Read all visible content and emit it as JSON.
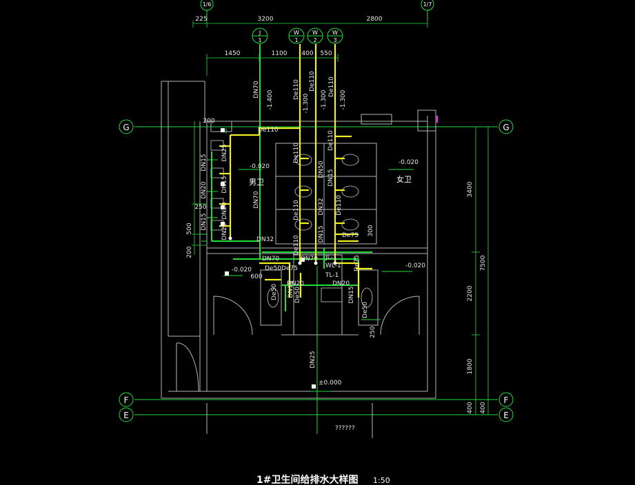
{
  "drawing": {
    "title": "1#卫生间给排水大样图",
    "scale": "1:50",
    "unknown_label": "??????"
  },
  "axes": {
    "top_left": "1/6",
    "top_right": "1/7",
    "G": "G",
    "F": "F",
    "E": "E"
  },
  "risers": {
    "J1": {
      "top": "J",
      "bottom": "1"
    },
    "W1": {
      "top": "W",
      "bottom": "1"
    },
    "W2": {
      "top": "W",
      "bottom": "2"
    },
    "W3": {
      "top": "W",
      "bottom": "3"
    }
  },
  "dimensions": {
    "top": {
      "d225": "225",
      "d3200": "3200",
      "d2800": "2800"
    },
    "second": {
      "d1450": "1450",
      "d1100": "1100",
      "d400": "400",
      "d550": "550"
    },
    "right": {
      "d3400": "3400",
      "d2200": "2200",
      "d1800": "1800",
      "d400": "400",
      "d7500": "7500",
      "d400b": "400"
    },
    "left": {
      "d200a": "200",
      "d250": "250",
      "d500": "500",
      "d200b": "200"
    },
    "misc": {
      "d300": "300",
      "d600": "600",
      "d250b": "250"
    }
  },
  "rooms": {
    "men": "男卫",
    "women": "女卫"
  },
  "elevations": {
    "men_floor": "-0.020",
    "women_floor": "-0.020",
    "lobby_left": "-0.020",
    "lobby_right": "-0.020",
    "entry": "±0.000"
  },
  "pipe_labels": {
    "dn70_riser": "DN70",
    "h1400": "-1.400",
    "de110_a": "De110",
    "h1300_a": "-1.300",
    "de110_b": "De110",
    "h1300_b": "-1.300",
    "de110_c": "De110",
    "h1300_c": "-1.300",
    "de110_top": "De110",
    "de110_v1": "De110",
    "de110_v2": "De110",
    "de110_v3": "De110",
    "de110_r": "De110",
    "de110_r2": "De110",
    "dn15_a": "DN15",
    "dn20_a": "DN20",
    "dn15_b": "DN15",
    "dn25_a": "DN25",
    "dn15_c": "DN15",
    "dn20_b": "DN20",
    "dn25_b": "DN25",
    "dn70_main": "DN70",
    "dn32": "DN32",
    "dn50_a": "DN50",
    "dn15_d": "DN15",
    "dn32_b": "DN32",
    "de75_a": "De75",
    "dn15_e": "DN15",
    "dn70_low": "DN70",
    "dn70_low2": "DN70",
    "jl1": "JL-1",
    "wl1": "WL-1",
    "tl1": "TL-1",
    "de50_a": "De50",
    "de75_b": "De75",
    "de50_b": "De50",
    "dn20_c": "DN20",
    "dn20_d": "DN20",
    "dn15_f": "DN15",
    "de50_c": "De50",
    "dn15_g": "DN15",
    "de75_c": "De75",
    "de50_d": "De50",
    "dn25_c": "DN25"
  },
  "colors": {
    "background": "#000000",
    "axis_line": "#22e03a",
    "water_supply": "#22e03a",
    "drain": "#f0f020",
    "wall": "#b8b8b8",
    "text": "#e8e8e8",
    "accent": "#ff30ff"
  }
}
